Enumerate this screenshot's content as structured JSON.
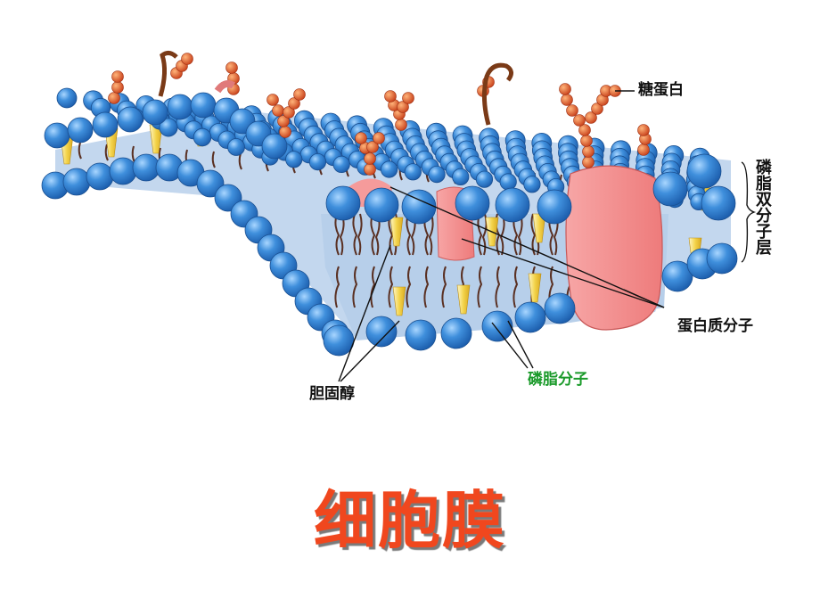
{
  "labels": {
    "glycoprotein": "糖蛋白",
    "phospholipid_bilayer": "磷脂双分子层",
    "protein_molecule": "蛋白质分子",
    "phospholipid_molecule": "磷脂分子",
    "cholesterol": "胆固醇"
  },
  "title": "细胞膜",
  "colors": {
    "head": "#2e7fd0",
    "head_highlight": "#9cd0ff",
    "core": "#c3d7ee",
    "cholesterol": "#f3cf3c",
    "protein": "#f08a8a",
    "sugar_chain": "#d9531c",
    "glyco_stem": "#7a3a17",
    "phospholipid_label": "#1a9a2a",
    "title": "#f0471e"
  }
}
